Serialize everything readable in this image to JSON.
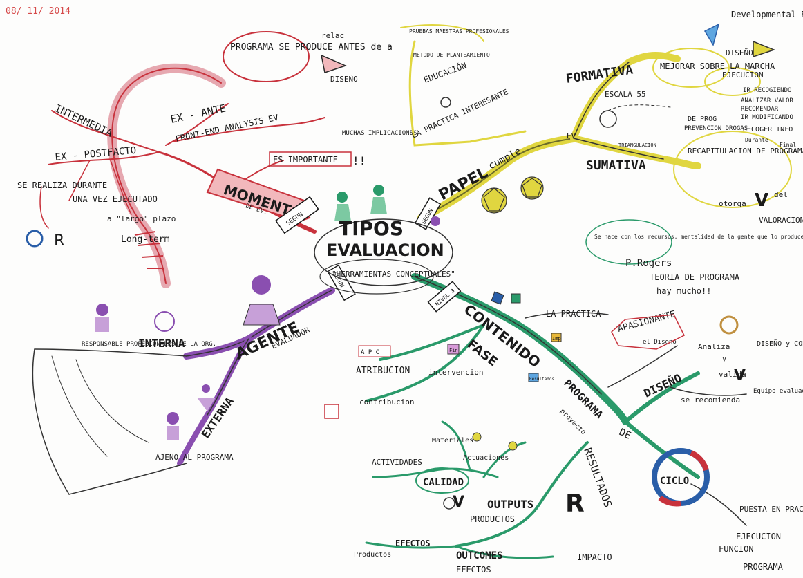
{
  "date": "08/ 11/ 2014",
  "center": {
    "line1": "TIPOS",
    "line2": "EVALUACION",
    "sub": "\"HERRAMIENTAS CONCEPTUALES\""
  },
  "momento": {
    "label": "MOMENTO",
    "small": "DE EV.",
    "connector": "SEGUN",
    "es_importante": "ES IMPORTANTE",
    "muchas": "MUCHAS IMPLICACIONES",
    "ex_ante": "EX - ANTE",
    "front_end": "FRONT-END ANALYSIS EV",
    "programa_note": "PROGRAMA SE PRODUCE ANTES de a",
    "relac": "relac",
    "diseno": "DISEÑO",
    "intermedia": "INTERMEDIA",
    "ex_post": "EX - POSTFACTO",
    "se_realiza": "SE REALIZA DURANTE",
    "una_vez": "UNA VEZ EJECUTADO",
    "largo_plazo": "a \"largo\" plazo",
    "long_term": "Long-term",
    "cr": "C R",
    "r": "R"
  },
  "papel": {
    "label": "PAPEL",
    "cumple": "cumple",
    "connector": "SEGUN",
    "la_practica": "LA PRACTICA INTERESANTE",
    "educacion": "EDUCACIÓN",
    "pruebas": "PRUEBAS MAESTRAS PROFESIONALES",
    "metodo": "METODO DE PLANTEAMIENTO",
    "formativa": "FORMATIVA",
    "sumativa": "SUMATIVA",
    "escala": "ESCALA 55",
    "ev": "EV",
    "mejorar": "MEJORAR SOBRE LA MARCHA",
    "ejecucion": "EJECUCION",
    "diseno": "DISEÑO",
    "developmental": "Developmental EVALUATION",
    "recap": "RECAPITULACION DE PROGRAMAS POR UN PERIODO DE TIEMPO",
    "valoracion": "VALORACION GLOBAL Y FINAL",
    "otorga": "otorga",
    "del": "del",
    "ir_recogiendo": "IR RECOGIENDO",
    "analizar": "ANALIZAR VALOR",
    "recomendar": "RECOMENDAR",
    "ir_modificando": "IR MODIFICANDO",
    "recoger": "RECOGER INFO",
    "durante": "Durante",
    "final": "Final",
    "de_prog": "DE PROG",
    "prevencion": "PREVENCION DROGAS",
    "triangulacion": "TRIANGULACION"
  },
  "agente": {
    "label": "AGENTE",
    "sub": "EVALUADOR",
    "connector": "SEGUN",
    "interna": "INTERNA",
    "externa": "EXTERNA",
    "responsable": "RESPONSABLE PROFESIONALES DE LA ORG.",
    "ajeno": "AJENO AL PROGRAMA"
  },
  "contenido": {
    "label": "CONTENIDO",
    "fase": "FASE",
    "connector": "NIVEL 3",
    "practica": "LA PRACTICA",
    "atribucion": "ATRIBUCION",
    "intervencion": "intervencion",
    "contribucion": "contribucion",
    "programa": "PROGRAMA",
    "proyecto": "proyecto",
    "diseno": "DISEÑO",
    "se_recomienda": "se recomienda",
    "equipo": "Equipo evaluador de lo que se evalua",
    "apasionante": "APASIONANTE",
    "el_diseno": "el Diseño",
    "analiza": "Analiza",
    "valida": "valida",
    "diseno_conceptual": "DISEÑO y CONCEPTUALIZA",
    "y": "y",
    "teoria": "TEORIA DE PROGRAMA",
    "hay_mucho": "hay mucho!!",
    "rogers": "P.Rogers",
    "se_hace": "Se hace con los recursos, mentalidad de la gente que lo produce",
    "de": "DE",
    "ciclo": "CICLO",
    "puesta": "PUESTA EN PRACTICA",
    "ejecucion": "EJECUCION",
    "funcion": "FUNCION",
    "programa2": "PROGRAMA",
    "resultados": "RESULTADOS",
    "r": "R",
    "calidad": "CALIDAD",
    "actividades": "ACTIVIDADES",
    "materiales": "Materiales",
    "actuaciones": "Actuaciones",
    "outputs": "OUTPUTS",
    "productos": "PRODUCTOS",
    "outcomes": "OUTCOMES",
    "efectos": "EFECTOS",
    "efectos2": "EFECTOS",
    "productos2": "Productos",
    "impacto": "IMPACTO",
    "impact_label": "Imp",
    "apc": "A P C",
    "fin": "Fin",
    "resultados_box": "Resultados"
  }
}
